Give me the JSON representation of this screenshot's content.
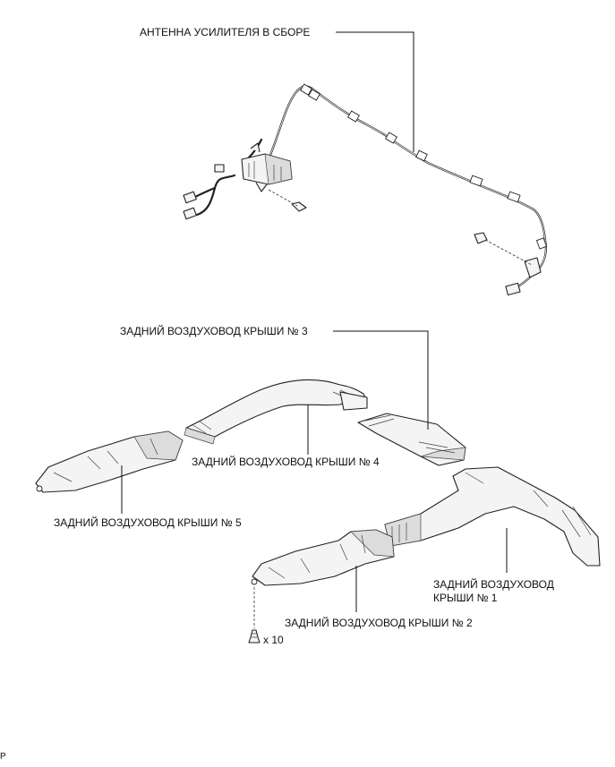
{
  "labels": {
    "antenna": "АНТЕННА УСИЛИТЕЛЯ В СБОРЕ",
    "duct3": "ЗАДНИЙ ВОЗДУХОВОД КРЫШИ № 3",
    "duct4": "ЗАДНИЙ ВОЗДУХОВОД КРЫШИ № 4",
    "duct5": "ЗАДНИЙ ВОЗДУХОВОД КРЫШИ № 5",
    "duct1_line1": "ЗАДНИЙ ВОЗДУХОВОД",
    "duct1_line2": "КРЫШИ № 1",
    "duct2": "ЗАДНИЙ ВОЗДУХОВОД КРЫШИ № 2",
    "clip_count": "x 10",
    "corner_mark": "P"
  }
}
